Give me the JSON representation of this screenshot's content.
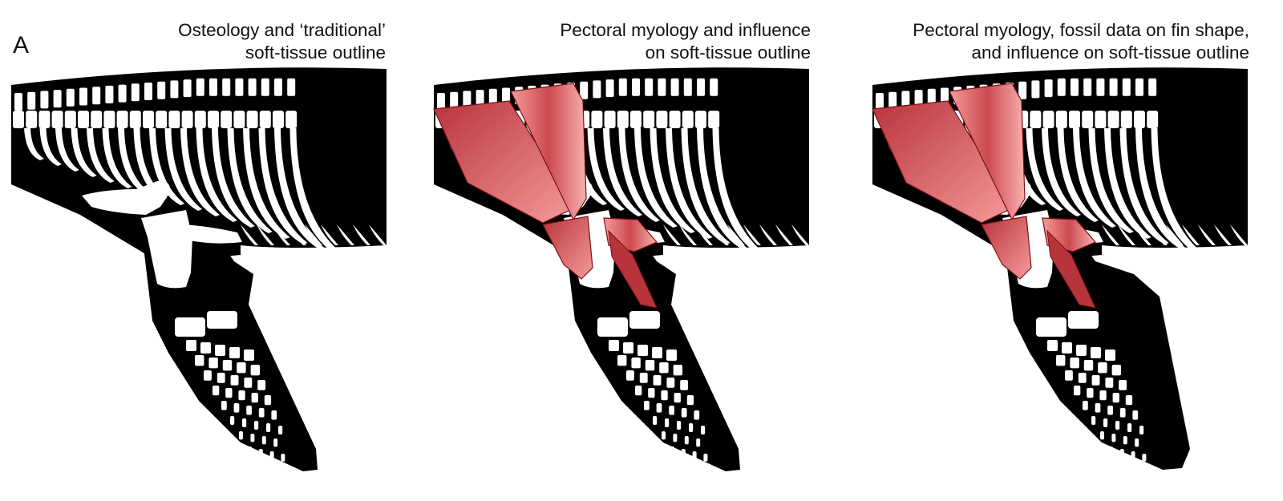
{
  "figure": {
    "panel_label": "A",
    "panels": [
      {
        "id": "osteology",
        "title_line1": "Osteology and ‘traditional’",
        "title_line2": "soft-tissue outline",
        "shows_muscles": false,
        "fossil_fin_shape": false
      },
      {
        "id": "myology",
        "title_line1": "Pectoral myology and influence",
        "title_line2": "on soft-tissue outline",
        "shows_muscles": true,
        "fossil_fin_shape": false
      },
      {
        "id": "fossil",
        "title_line1": "Pectoral myology, fossil data on fin shape,",
        "title_line2": "and influence on soft-tissue outline",
        "shows_muscles": true,
        "fossil_fin_shape": true
      }
    ]
  },
  "colors": {
    "body": "#000000",
    "bone": "#ffffff",
    "muscle_dark": "#b8343b",
    "muscle_light": "#f59b9b",
    "muscle_stroke": "#7a0f16"
  }
}
